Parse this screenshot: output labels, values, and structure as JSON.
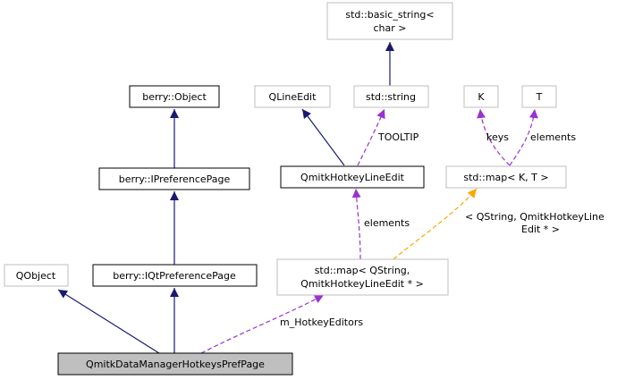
{
  "diagram": {
    "nodes": {
      "basic_string": {
        "lines": [
          "std::basic_string<",
          "char >"
        ],
        "style": "gray"
      },
      "berry_object": {
        "lines": [
          "berry::Object"
        ],
        "style": "black"
      },
      "qlineedit": {
        "lines": [
          "QLineEdit"
        ],
        "style": "gray"
      },
      "std_string": {
        "lines": [
          "std::string"
        ],
        "style": "gray"
      },
      "k": {
        "lines": [
          "K"
        ],
        "style": "gray"
      },
      "t": {
        "lines": [
          "T"
        ],
        "style": "gray"
      },
      "ipref": {
        "lines": [
          "berry::IPreferencePage"
        ],
        "style": "black"
      },
      "hotkey_le": {
        "lines": [
          "QmitkHotkeyLineEdit"
        ],
        "style": "black"
      },
      "map_kt": {
        "lines": [
          "std::map< K, T >"
        ],
        "style": "gray"
      },
      "qobject": {
        "lines": [
          "QObject"
        ],
        "style": "gray"
      },
      "iqtpref": {
        "lines": [
          "berry::IQtPreferencePage"
        ],
        "style": "black"
      },
      "map_qs": {
        "lines": [
          "std::map< QString,",
          "QmitkHotkeyLineEdit * >"
        ],
        "style": "gray"
      },
      "main": {
        "lines": [
          "QmitkDataManagerHotkeysPrefPage"
        ],
        "style": "main"
      }
    },
    "edge_labels": {
      "tooltip": "TOOLTIP",
      "keys": "keys",
      "elements_t": "elements",
      "elements_hk": "elements",
      "template_1": "< QString, QmitkHotkeyLine",
      "template_2": "Edit * >",
      "hotkey_editors": "m_HotkeyEditors"
    },
    "colors": {
      "inheritance": "#191970",
      "usage": "#9a32cd",
      "template": "#ffa500",
      "gray_border": "#bfbfbf",
      "main_fill": "#bfbfbf"
    }
  }
}
